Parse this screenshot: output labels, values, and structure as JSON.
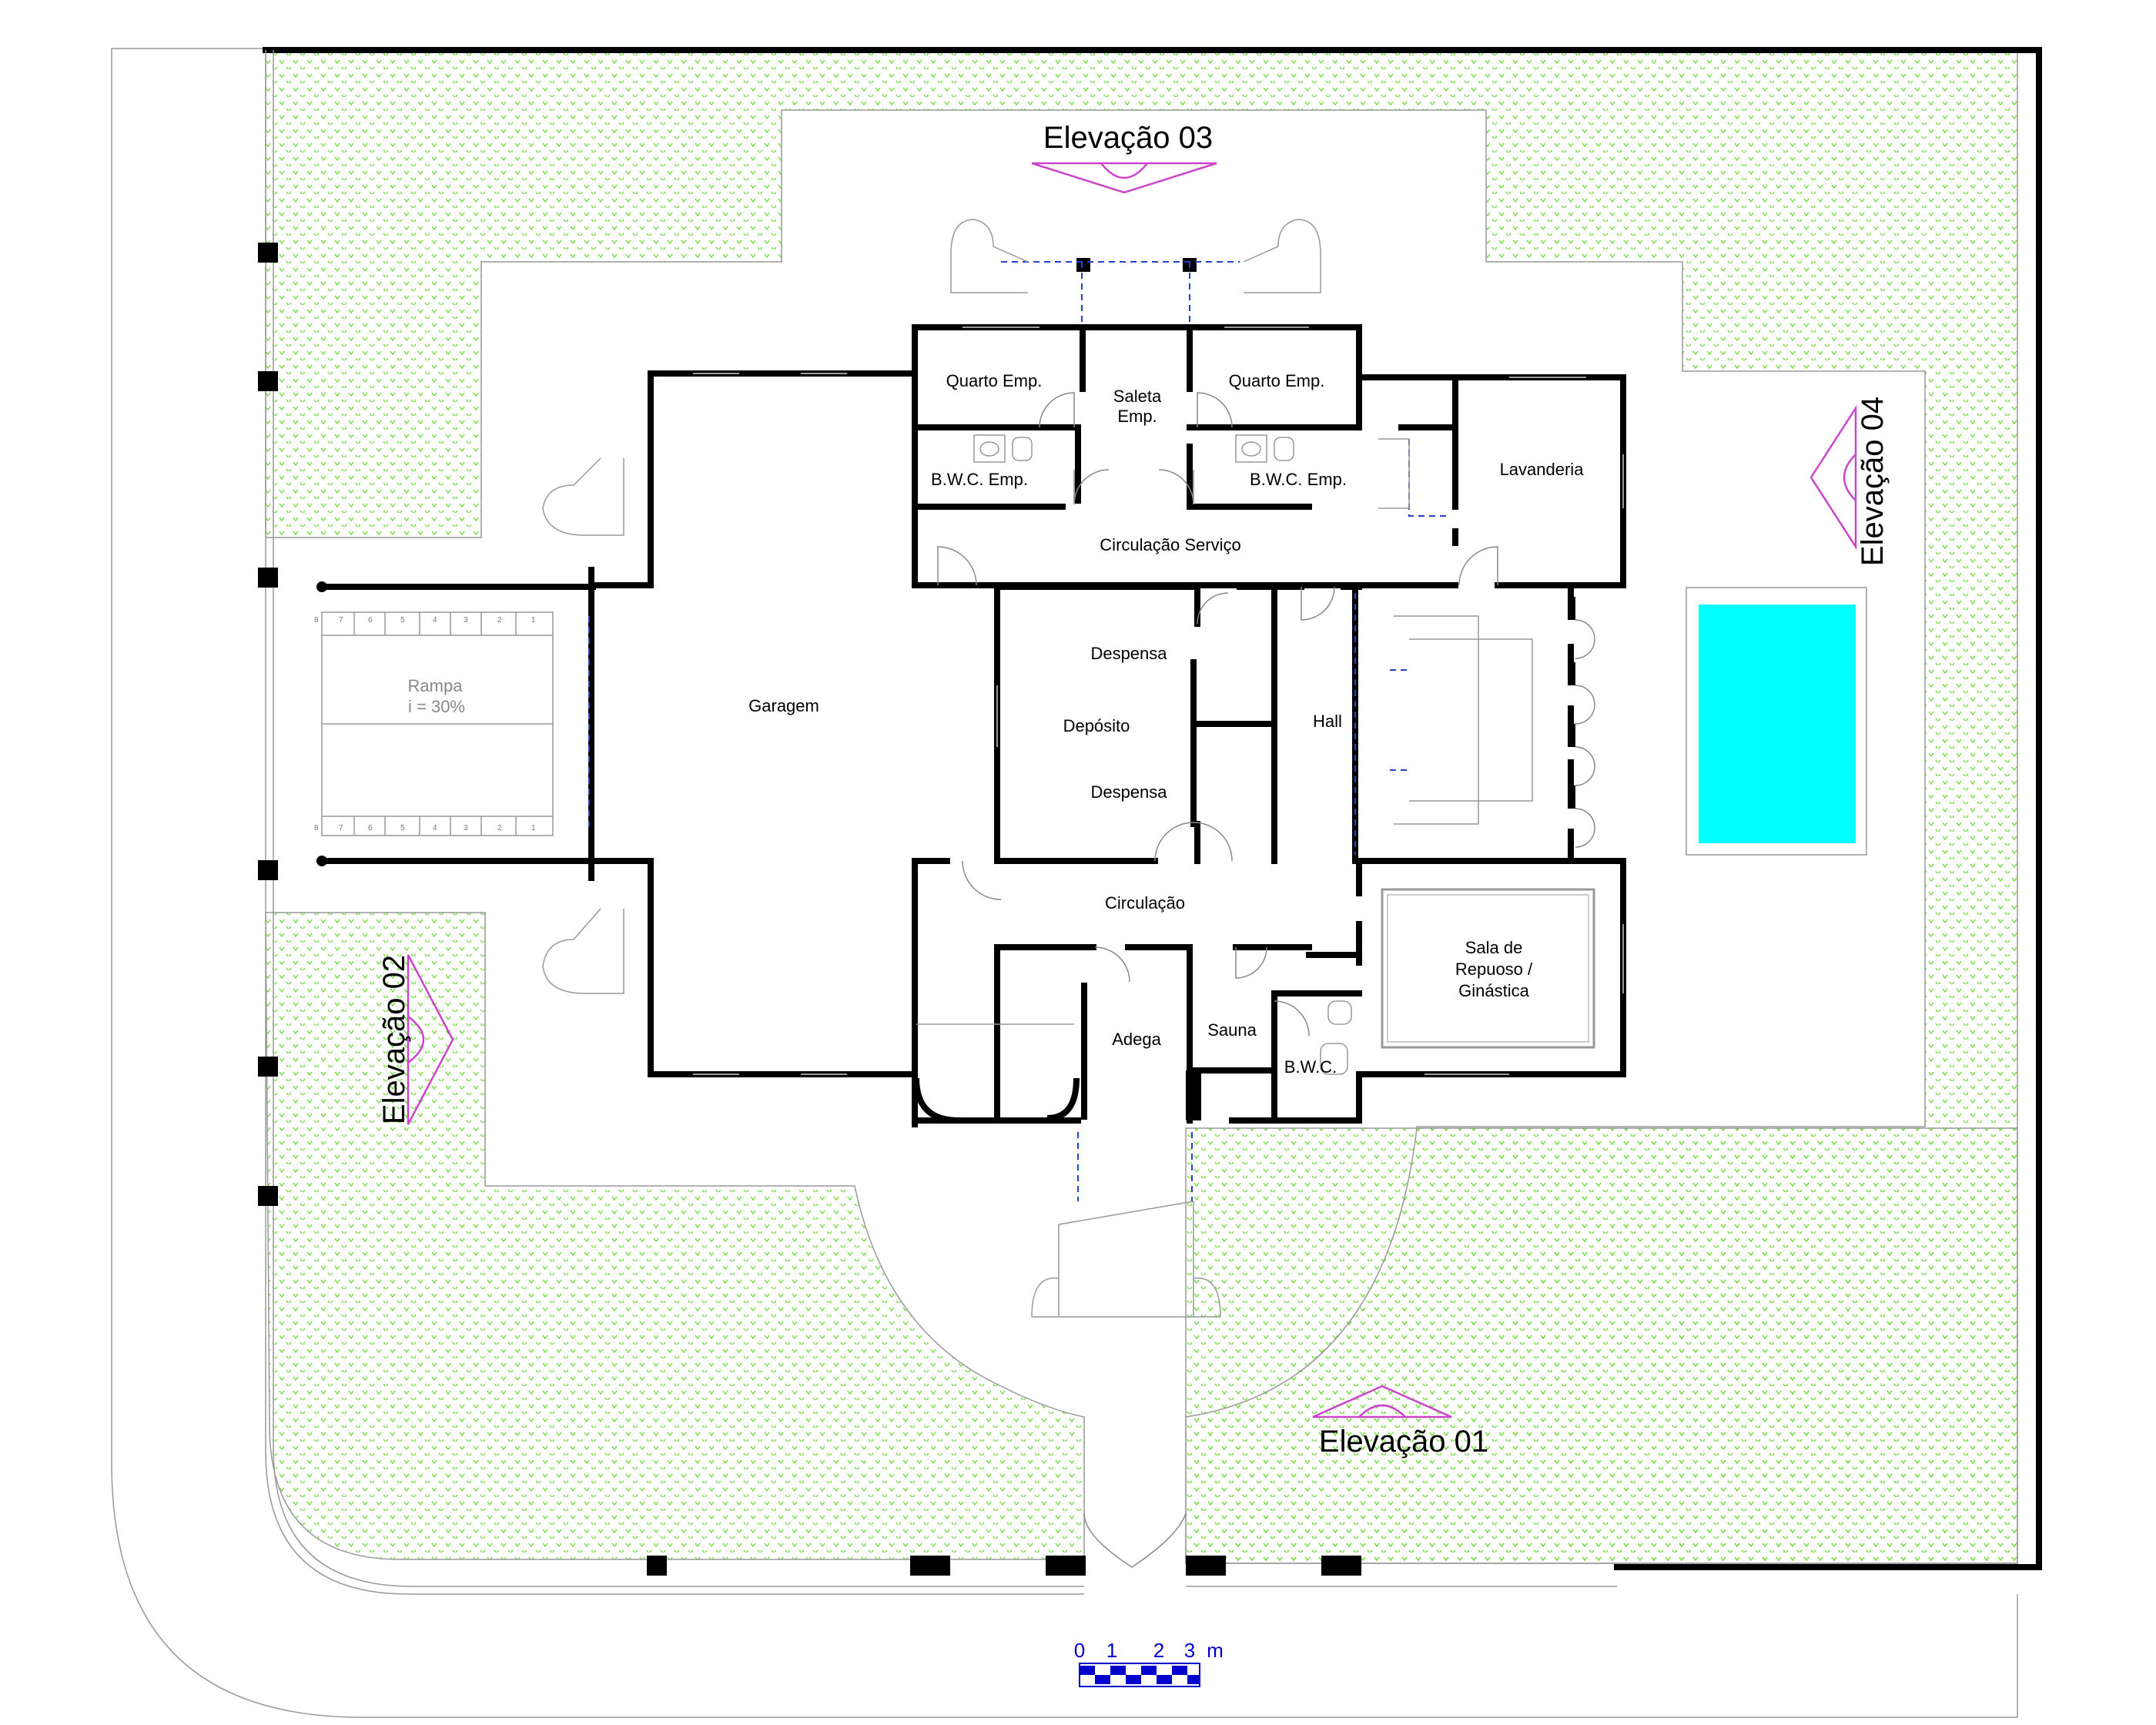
{
  "rooms": {
    "quarto_emp_1": "Quarto Emp.",
    "saleta_emp_1": "Saleta",
    "saleta_emp_2": "Emp.",
    "quarto_emp_2": "Quarto Emp.",
    "bwc_emp_1": "B.W.C. Emp.",
    "bwc_emp_2": "B.W.C. Emp.",
    "lavanderia": "Lavanderia",
    "circulacao_servico": "Circulação Serviço",
    "despensa_1": "Despensa",
    "despensa_2": "Despensa",
    "deposito": "Depósito",
    "hall": "Hall",
    "garagem": "Garagem",
    "rampa_1": "Rampa",
    "rampa_2": "i = 30%",
    "circulacao": "Circulação",
    "adega": "Adega",
    "sauna": "Sauna",
    "bwc": "B.W.C.",
    "sala_1": "Sala de",
    "sala_2": "Repuoso /",
    "sala_3": "Ginástica"
  },
  "elevations": {
    "e01": "Elevação 01",
    "e02": "Elevação 02",
    "e03": "Elevação 03",
    "e04": "Elevação 04"
  },
  "scale_bar": {
    "n0": "0",
    "n1": "1",
    "n2": "2",
    "n3": "3",
    "unit": "m"
  },
  "colors": {
    "lawn_dots": "#6ddc3a",
    "pool": "#00ffff",
    "elevation_marker": "#cc44cc",
    "scale_bar": "#0000cc",
    "walls": "#000000"
  }
}
